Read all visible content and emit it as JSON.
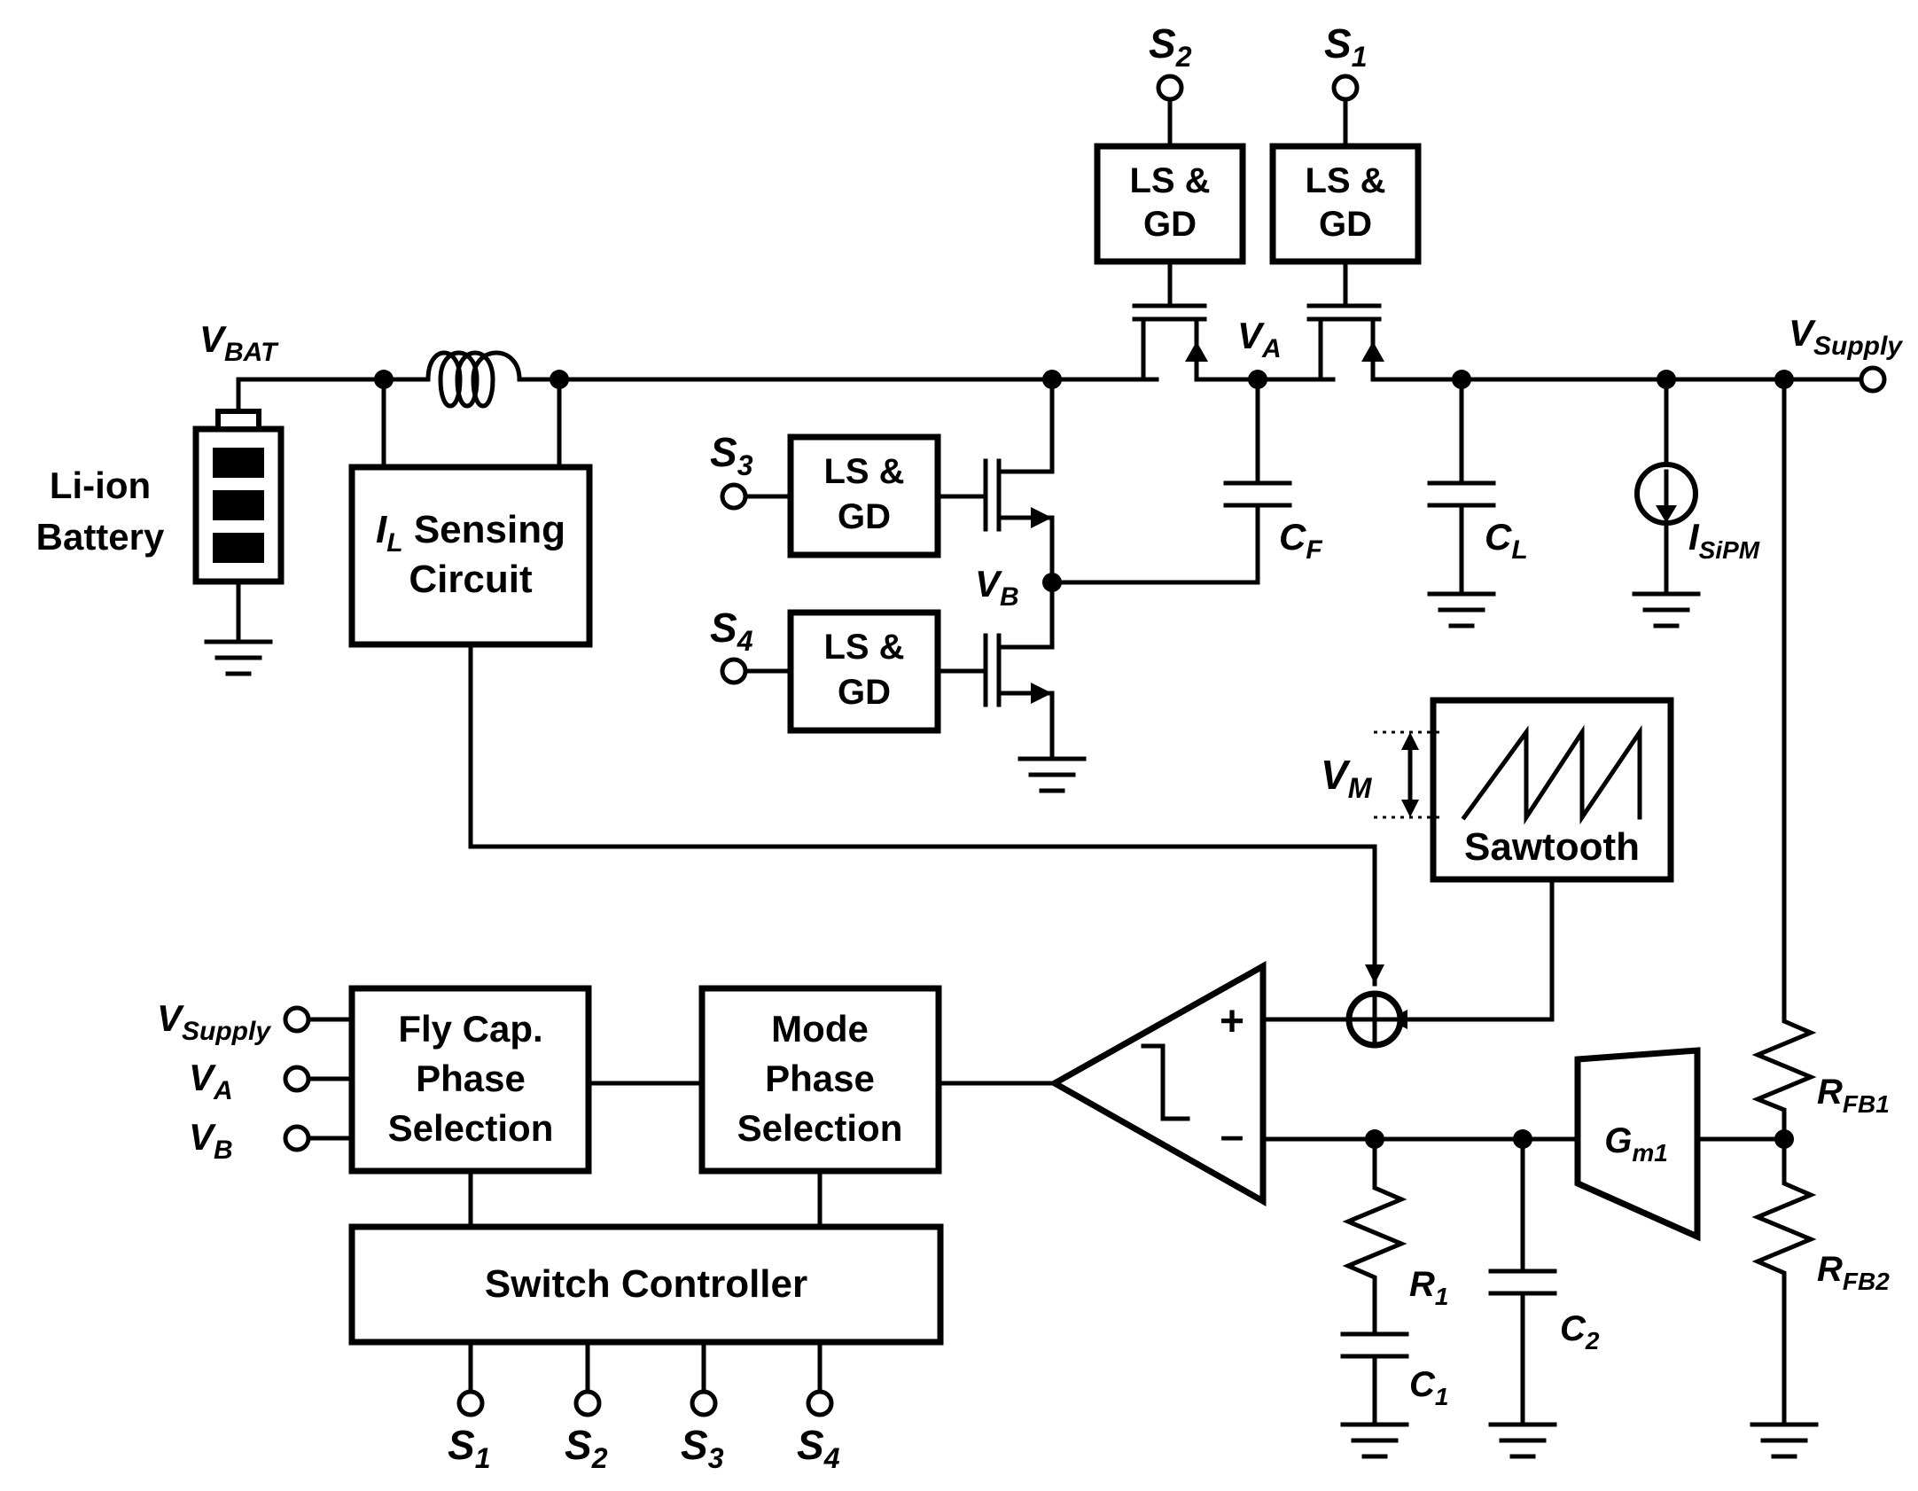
{
  "battery": {
    "line1": "Li-ion",
    "line2": "Battery"
  },
  "nodes": {
    "vbat": {
      "main": "V",
      "sub": "BAT"
    },
    "va": {
      "main": "V",
      "sub": "A"
    },
    "vb": {
      "main": "V",
      "sub": "B"
    },
    "vsupply": {
      "main": "V",
      "sub": "Supply"
    },
    "vm": {
      "main": "V",
      "sub": "M"
    }
  },
  "blocks": {
    "sensing": {
      "line1_main": "I",
      "line1_sub": "L",
      "line1_rest": " Sensing",
      "line2": "Circuit"
    },
    "gd_s2": {
      "line1": "LS &",
      "line2": "GD"
    },
    "gd_s1": {
      "line1": "LS &",
      "line2": "GD"
    },
    "gd_s3": {
      "line1": "LS &",
      "line2": "GD"
    },
    "gd_s4": {
      "line1": "LS &",
      "line2": "GD"
    },
    "sawtooth": "Sawtooth",
    "flycap": {
      "line1": "Fly Cap.",
      "line2": "Phase",
      "line3": "Selection"
    },
    "mode": {
      "line1": "Mode",
      "line2": "Phase",
      "line3": "Selection"
    },
    "switch_controller": "Switch Controller",
    "gm1": {
      "main": "G",
      "sub": "m1"
    }
  },
  "switch_signals": {
    "top_s2": {
      "main": "S",
      "sub": "2"
    },
    "top_s1": {
      "main": "S",
      "sub": "1"
    },
    "left_s3": {
      "main": "S",
      "sub": "3"
    },
    "left_s4": {
      "main": "S",
      "sub": "4"
    },
    "out_s1": {
      "main": "S",
      "sub": "1"
    },
    "out_s2": {
      "main": "S",
      "sub": "2"
    },
    "out_s3": {
      "main": "S",
      "sub": "3"
    },
    "out_s4": {
      "main": "S",
      "sub": "4"
    }
  },
  "flycap_inputs": {
    "vsupply": {
      "main": "V",
      "sub": "Supply"
    },
    "va": {
      "main": "V",
      "sub": "A"
    },
    "vb": {
      "main": "V",
      "sub": "B"
    }
  },
  "components": {
    "cf": {
      "main": "C",
      "sub": "F"
    },
    "cl": {
      "main": "C",
      "sub": "L"
    },
    "isipm": {
      "main": "I",
      "sub": "SiPM"
    },
    "r1": {
      "main": "R",
      "sub": "1"
    },
    "c1": {
      "main": "C",
      "sub": "1"
    },
    "c2": {
      "main": "C",
      "sub": "2"
    },
    "rfb1": {
      "main": "R",
      "sub": "FB1"
    },
    "rfb2": {
      "main": "R",
      "sub": "FB2"
    }
  },
  "comparator": {
    "plus": "+",
    "minus": "–"
  }
}
